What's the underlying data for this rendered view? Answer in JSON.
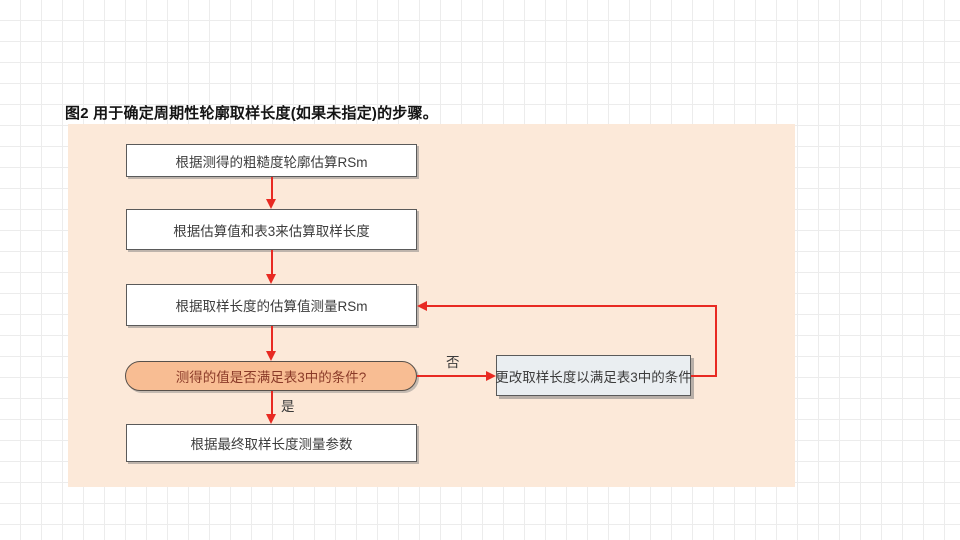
{
  "figure": {
    "caption": "图2 用于确定周期性轮廓取样长度(如果未指定)的步骤。"
  },
  "flowchart": {
    "nodes": {
      "estimate_rsm": {
        "label": "根据测得的粗糙度轮廓估算RSm",
        "type": "process"
      },
      "estimate_length": {
        "label": "根据估算值和表3来估算取样长度",
        "type": "process"
      },
      "measure_rsm": {
        "label": "根据取样长度的估算值测量RSm",
        "type": "process"
      },
      "condition_check": {
        "label": "测得的值是否满足表3中的条件?",
        "type": "decision"
      },
      "adjust_length": {
        "label": "更改取样长度以满足表3中的条件",
        "type": "process-alt"
      },
      "measure_params": {
        "label": "根据最终取样长度测量参数",
        "type": "process"
      }
    },
    "edge_labels": {
      "yes": "是",
      "no": "否"
    },
    "colors": {
      "panel_bg": "#fce9d9",
      "arrow_red": "#e82a22",
      "process_fill": "#ffffff",
      "process_border": "#5a5a5a",
      "decision_fill": "#f8bd93",
      "decision_text": "#8a3a28",
      "alt_box_fill": "#eaeef1",
      "grid_line": "#ececec"
    }
  }
}
